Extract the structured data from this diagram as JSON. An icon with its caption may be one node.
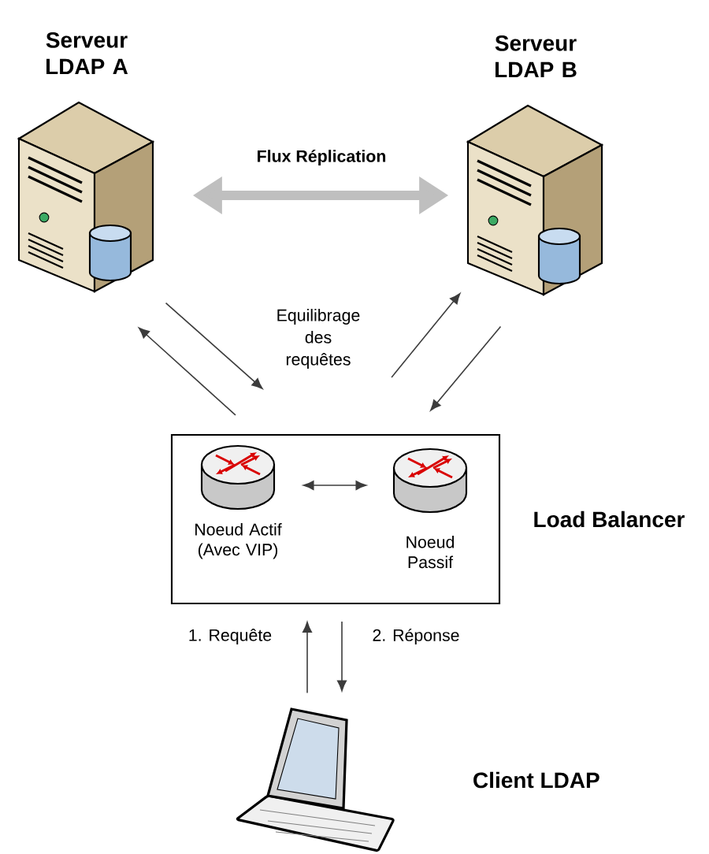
{
  "diagram": {
    "nodes": [
      {
        "text": [
          "Serveur LDAP A"
        ]
      },
      {
        "text": [
          "Serveur LDAP B"
        ]
      },
      {
        "text": [
          "Load Balancer"
        ]
      },
      {
        "text": [
          "Noeud Actif (Avec VIP)"
        ],
        "in": 2
      },
      {
        "text": [
          "Noeud Passif"
        ],
        "in": 2
      },
      {
        "text": [
          "Client LDAP"
        ]
      }
    ],
    "edges": [
      {
        "from": 0,
        "to": 1,
        "arrow": "both",
        "label": "Flux Réplication",
        "style": "thick",
        "color": "#bfbfbf"
      },
      {
        "from": 0,
        "to": 2,
        "arrow": "to"
      },
      {
        "from": 2,
        "to": 0,
        "arrow": "to"
      },
      {
        "from": 2,
        "to": 1,
        "arrow": "to"
      },
      {
        "from": 1,
        "to": 2,
        "arrow": "to"
      },
      {
        "from": 3,
        "to": 4,
        "arrow": "both"
      },
      {
        "from": 5,
        "to": 2,
        "arrow": "to",
        "label": "1. Requête"
      },
      {
        "from": 2,
        "to": 5,
        "arrow": "to",
        "label": "2. Réponse"
      }
    ],
    "labels": [
      "Equilibrage des requêtes"
    ]
  }
}
